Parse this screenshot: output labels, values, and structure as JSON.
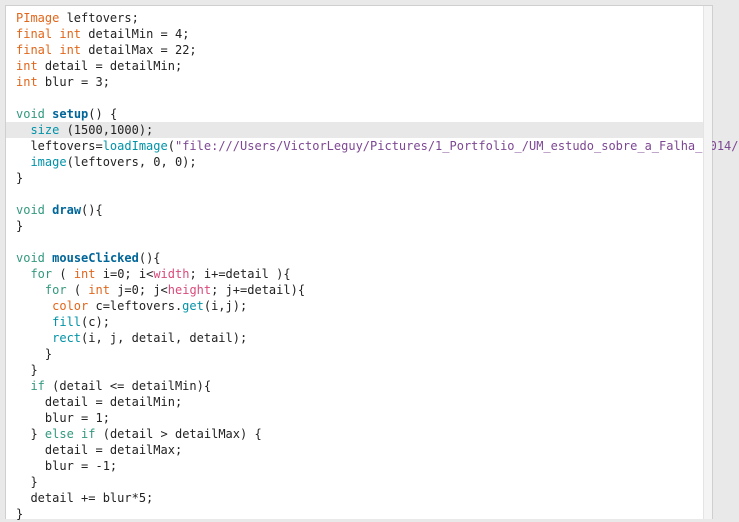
{
  "editor": {
    "lines": [
      {
        "current": false,
        "tokens": [
          {
            "t": "PImage",
            "k": "type"
          },
          {
            "t": " leftovers;",
            "k": "plain"
          }
        ]
      },
      {
        "current": false,
        "tokens": [
          {
            "t": "final",
            "k": "type"
          },
          {
            "t": " ",
            "k": "plain"
          },
          {
            "t": "int",
            "k": "type"
          },
          {
            "t": " detailMin = 4;",
            "k": "plain"
          }
        ]
      },
      {
        "current": false,
        "tokens": [
          {
            "t": "final",
            "k": "type"
          },
          {
            "t": " ",
            "k": "plain"
          },
          {
            "t": "int",
            "k": "type"
          },
          {
            "t": " detailMax = 22;",
            "k": "plain"
          }
        ]
      },
      {
        "current": false,
        "tokens": [
          {
            "t": "int",
            "k": "type"
          },
          {
            "t": " detail = detailMin;",
            "k": "plain"
          }
        ]
      },
      {
        "current": false,
        "tokens": [
          {
            "t": "int",
            "k": "type"
          },
          {
            "t": " blur = 3;",
            "k": "plain"
          }
        ]
      },
      {
        "current": false,
        "tokens": [
          {
            "t": "",
            "k": "plain"
          }
        ]
      },
      {
        "current": false,
        "tokens": [
          {
            "t": "void",
            "k": "keyword"
          },
          {
            "t": " ",
            "k": "plain"
          },
          {
            "t": "setup",
            "k": "func"
          },
          {
            "t": "() {",
            "k": "plain"
          }
        ]
      },
      {
        "current": true,
        "tokens": [
          {
            "t": "  ",
            "k": "plain"
          },
          {
            "t": "size",
            "k": "call"
          },
          {
            "t": " (1500,1000);",
            "k": "plain"
          }
        ]
      },
      {
        "current": false,
        "tokens": [
          {
            "t": "  leftovers=",
            "k": "plain"
          },
          {
            "t": "loadImage",
            "k": "call"
          },
          {
            "t": "(",
            "k": "plain"
          },
          {
            "t": "\"file:///Users/VictorLeguy/Pictures/1_Portfolio_/UM_estudo_sobre_a_Falha_2014/",
            "k": "string"
          }
        ]
      },
      {
        "current": false,
        "tokens": [
          {
            "t": "  ",
            "k": "plain"
          },
          {
            "t": "image",
            "k": "call"
          },
          {
            "t": "(leftovers, 0, 0);",
            "k": "plain"
          }
        ]
      },
      {
        "current": false,
        "tokens": [
          {
            "t": "}",
            "k": "plain"
          }
        ]
      },
      {
        "current": false,
        "tokens": [
          {
            "t": "",
            "k": "plain"
          }
        ]
      },
      {
        "current": false,
        "tokens": [
          {
            "t": "void",
            "k": "keyword"
          },
          {
            "t": " ",
            "k": "plain"
          },
          {
            "t": "draw",
            "k": "func"
          },
          {
            "t": "(){",
            "k": "plain"
          }
        ]
      },
      {
        "current": false,
        "tokens": [
          {
            "t": "}",
            "k": "plain"
          }
        ]
      },
      {
        "current": false,
        "tokens": [
          {
            "t": "",
            "k": "plain"
          }
        ]
      },
      {
        "current": false,
        "tokens": [
          {
            "t": "void",
            "k": "keyword"
          },
          {
            "t": " ",
            "k": "plain"
          },
          {
            "t": "mouseClicked",
            "k": "func"
          },
          {
            "t": "(){",
            "k": "plain"
          }
        ]
      },
      {
        "current": false,
        "tokens": [
          {
            "t": "  ",
            "k": "plain"
          },
          {
            "t": "for",
            "k": "keyword"
          },
          {
            "t": " ( ",
            "k": "plain"
          },
          {
            "t": "int",
            "k": "type"
          },
          {
            "t": " i=0; i<",
            "k": "plain"
          },
          {
            "t": "width",
            "k": "builtin"
          },
          {
            "t": "; i+=detail ){",
            "k": "plain"
          }
        ]
      },
      {
        "current": false,
        "tokens": [
          {
            "t": "    ",
            "k": "plain"
          },
          {
            "t": "for",
            "k": "keyword"
          },
          {
            "t": " ( ",
            "k": "plain"
          },
          {
            "t": "int",
            "k": "type"
          },
          {
            "t": " j=0; j<",
            "k": "plain"
          },
          {
            "t": "height",
            "k": "builtin"
          },
          {
            "t": "; j+=detail){",
            "k": "plain"
          }
        ]
      },
      {
        "current": false,
        "tokens": [
          {
            "t": "     ",
            "k": "plain"
          },
          {
            "t": "color",
            "k": "type"
          },
          {
            "t": " c=leftovers.",
            "k": "plain"
          },
          {
            "t": "get",
            "k": "call"
          },
          {
            "t": "(i,j);",
            "k": "plain"
          }
        ]
      },
      {
        "current": false,
        "tokens": [
          {
            "t": "     ",
            "k": "plain"
          },
          {
            "t": "fill",
            "k": "call"
          },
          {
            "t": "(c);",
            "k": "plain"
          }
        ]
      },
      {
        "current": false,
        "tokens": [
          {
            "t": "     ",
            "k": "plain"
          },
          {
            "t": "rect",
            "k": "call"
          },
          {
            "t": "(i, j, detail, detail);",
            "k": "plain"
          }
        ]
      },
      {
        "current": false,
        "tokens": [
          {
            "t": "    }",
            "k": "plain"
          }
        ]
      },
      {
        "current": false,
        "tokens": [
          {
            "t": "  }",
            "k": "plain"
          }
        ]
      },
      {
        "current": false,
        "tokens": [
          {
            "t": "  ",
            "k": "plain"
          },
          {
            "t": "if",
            "k": "keyword"
          },
          {
            "t": " (detail <= detailMin){",
            "k": "plain"
          }
        ]
      },
      {
        "current": false,
        "tokens": [
          {
            "t": "    detail = detailMin;",
            "k": "plain"
          }
        ]
      },
      {
        "current": false,
        "tokens": [
          {
            "t": "    blur = 1;",
            "k": "plain"
          }
        ]
      },
      {
        "current": false,
        "tokens": [
          {
            "t": "  } ",
            "k": "plain"
          },
          {
            "t": "else",
            "k": "keyword"
          },
          {
            "t": " ",
            "k": "plain"
          },
          {
            "t": "if",
            "k": "keyword"
          },
          {
            "t": " (detail > detailMax) {",
            "k": "plain"
          }
        ]
      },
      {
        "current": false,
        "tokens": [
          {
            "t": "    detail = detailMax;",
            "k": "plain"
          }
        ]
      },
      {
        "current": false,
        "tokens": [
          {
            "t": "    blur = -1;",
            "k": "plain"
          }
        ]
      },
      {
        "current": false,
        "tokens": [
          {
            "t": "  }",
            "k": "plain"
          }
        ]
      },
      {
        "current": false,
        "tokens": [
          {
            "t": "  detail += blur*5;",
            "k": "plain"
          }
        ]
      },
      {
        "current": false,
        "tokens": [
          {
            "t": "}",
            "k": "plain"
          }
        ]
      }
    ]
  },
  "colors": {
    "type": "#e2661a",
    "keyword": "#33997e",
    "function_name": "#006699",
    "call": "#0093a8",
    "builtin_var": "#d94a7a",
    "string": "#7d4793",
    "current_line_bg": "#e8e8e8"
  }
}
